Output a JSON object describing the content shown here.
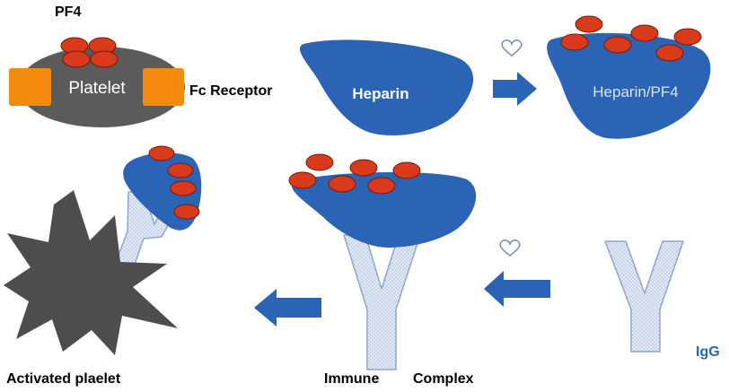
{
  "labels": {
    "pf4": "PF4",
    "platelet": "Platelet",
    "fc_receptor": "Fc Receptor",
    "heparin": "Heparin",
    "heparin_pf4": "Heparin/PF4",
    "immune": "Immune",
    "complex": "Complex",
    "activated_platelet": "Activated plaelet",
    "igg": "IgG"
  },
  "colors": {
    "heparin_blue": "#2b63b5",
    "pf4_red": "#d93a1b",
    "pf4_outline": "#7a1a08",
    "platelet_gray": "#5b5b5b",
    "fc_orange": "#f48b10",
    "antibody_fill": "#d3dff0",
    "antibody_outline": "#8ea7cc",
    "arrow_blue": "#2b63b5",
    "activated_gray": "#4d4d4d"
  },
  "icons": {
    "heart": "heart-outline-icon",
    "arrow": "arrow-icon"
  }
}
